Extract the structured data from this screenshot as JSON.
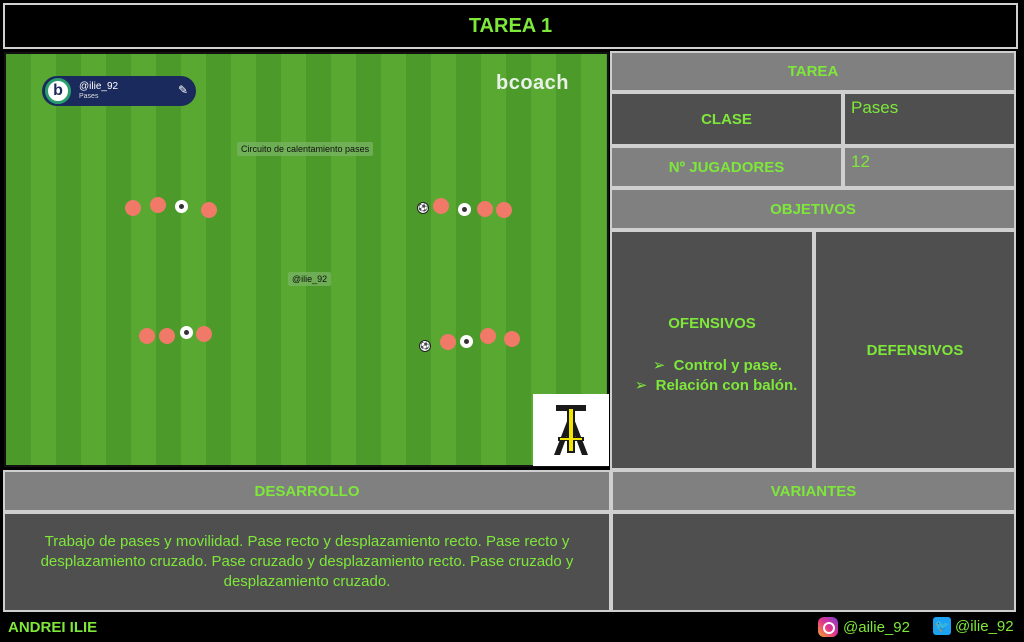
{
  "header": {
    "title": "TAREA 1"
  },
  "pitch": {
    "badge_user": "@ilie_92",
    "badge_subtitle": "Pases",
    "brand": "bcoach",
    "circuit_label": "Circuito de calentamiento pases",
    "center_label": "@ilie_92"
  },
  "info": {
    "tarea_heading": "TAREA",
    "clase_label": "CLASE",
    "clase_value": "Pases",
    "jugadores_label": "Nº JUGADORES",
    "jugadores_value": "12",
    "objetivos_heading": "OBJETIVOS",
    "ofensivos_label": "OFENSIVOS",
    "ofensivos_items": [
      "Control y pase.",
      "Relación con balón."
    ],
    "defensivos_label": "DEFENSIVOS"
  },
  "desarrollo": {
    "heading": "DESARROLLO",
    "text": "Trabajo de pases y movilidad. Pase recto y desplazamiento recto. Pase recto y desplazamiento cruzado. Pase cruzado y desplazamiento recto. Pase cruzado y desplazamiento cruzado."
  },
  "variantes": {
    "heading": "VARIANTES"
  },
  "footer": {
    "author": "ANDREI ILIE",
    "instagram": "@ailie_92",
    "twitter": "@ilie_92"
  },
  "colors": {
    "accent": "#7ee83a",
    "panel": "#808080",
    "panel_dark": "#4f4f4f"
  },
  "icons": [
    "edit-icon",
    "instagram-icon",
    "twitter-icon",
    "club-logo"
  ]
}
